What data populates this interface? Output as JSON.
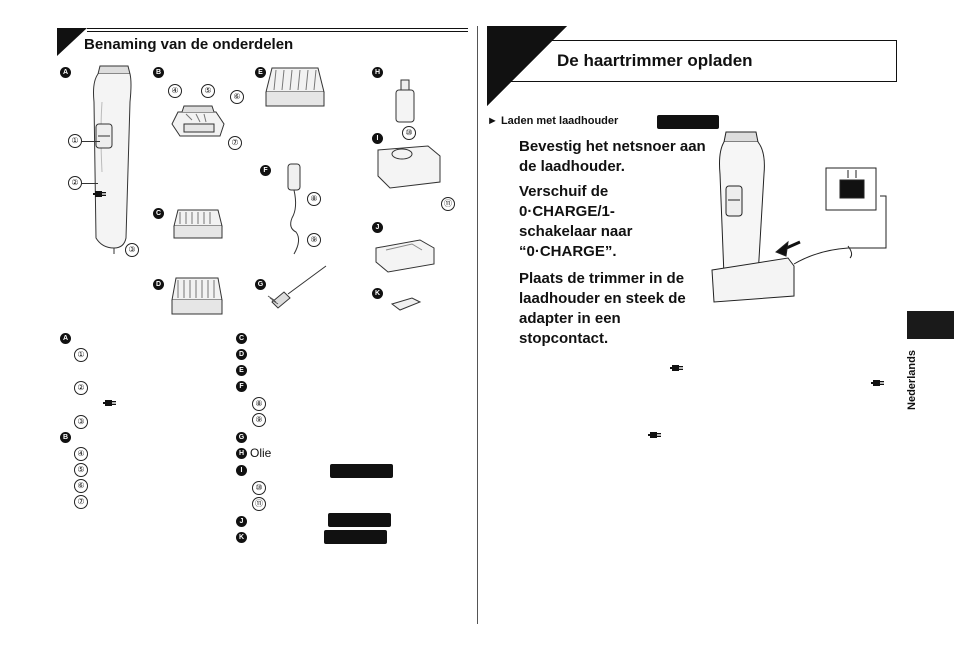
{
  "left": {
    "title": "Benaming van de onderdelen",
    "letters": [
      "A",
      "B",
      "C",
      "D",
      "E",
      "F",
      "G",
      "H",
      "I",
      "J",
      "K"
    ],
    "numbers": [
      "①",
      "②",
      "③",
      "④",
      "⑤",
      "⑥",
      "⑦",
      "⑧",
      "⑨",
      "⑩",
      "⑪"
    ],
    "oil_label": "Olie"
  },
  "right": {
    "title": "De haartrimmer opladen",
    "sub": "► Laden met laadhouder",
    "step1": "Bevestig het netsnoer aan de laadhouder.",
    "step2": "Verschuif de 0·CHARGE/1-schakelaar naar “0·CHARGE”.",
    "step3": "Plaats de trimmer in de laadhouder en steek de adapter in een stopcontact."
  },
  "side_tab": "Nederlands",
  "colors": {
    "ink": "#111111",
    "tab": "#1a1a1a"
  },
  "icons": [
    "plug-icon",
    "trimmer-illustration",
    "blade-illustration",
    "comb-attachment-illustration",
    "oil-bottle-illustration",
    "charging-stand-illustration",
    "adaptor-illustration",
    "cleaning-brush-illustration",
    "charging-diagram"
  ]
}
